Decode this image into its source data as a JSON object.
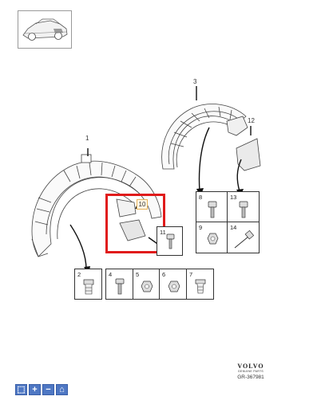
{
  "thumbnail": {
    "icon": "car-location-icon"
  },
  "callouts": {
    "n1": "1",
    "n3": "3",
    "n10": "10",
    "n12": "12"
  },
  "parts_grid_right": [
    {
      "label": "8",
      "icon": "screw-icon"
    },
    {
      "label": "13",
      "icon": "screw-icon"
    },
    {
      "label": "9",
      "icon": "nut-icon"
    },
    {
      "label": "14",
      "icon": "rivet-icon"
    }
  ],
  "parts_11": {
    "label": "11",
    "icon": "screw-icon"
  },
  "parts_bottom": [
    {
      "label": "2",
      "icon": "clip-icon"
    },
    {
      "label": "4",
      "icon": "screw-icon"
    },
    {
      "label": "5",
      "icon": "nut-icon"
    },
    {
      "label": "6",
      "icon": "nut-icon"
    },
    {
      "label": "7",
      "icon": "clip-icon"
    }
  ],
  "brand": {
    "logo": "VOLVO",
    "subtitle": "GENUINE PARTS",
    "code": "GR-367981"
  },
  "toolbar": [
    {
      "name": "select-tool-button",
      "glyph": "⬚"
    },
    {
      "name": "zoom-in-button",
      "glyph": "+"
    },
    {
      "name": "zoom-out-button",
      "glyph": "−"
    },
    {
      "name": "home-button",
      "glyph": "⌂"
    }
  ],
  "colors": {
    "highlight": "#e01b1b",
    "toolbar": "#4f78c4",
    "callout_bg": "#fff6e5"
  }
}
